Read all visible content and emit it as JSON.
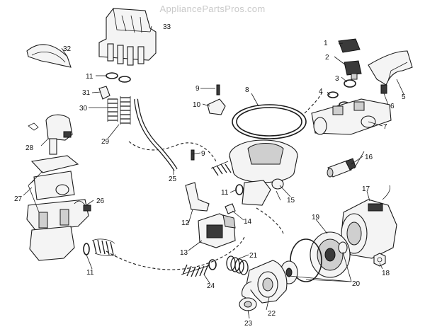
{
  "watermark": "AppliancePartsPros.com",
  "labels": [
    "1",
    "2",
    "3",
    "4",
    "5",
    "6",
    "7",
    "8",
    "9",
    "9",
    "10",
    "11",
    "11",
    "11",
    "12",
    "13",
    "14",
    "15",
    "16",
    "17",
    "18",
    "19",
    "20",
    "21",
    "22",
    "23",
    "24",
    "25",
    "26",
    "27",
    "28",
    "29",
    "30",
    "31",
    "32",
    "33"
  ]
}
